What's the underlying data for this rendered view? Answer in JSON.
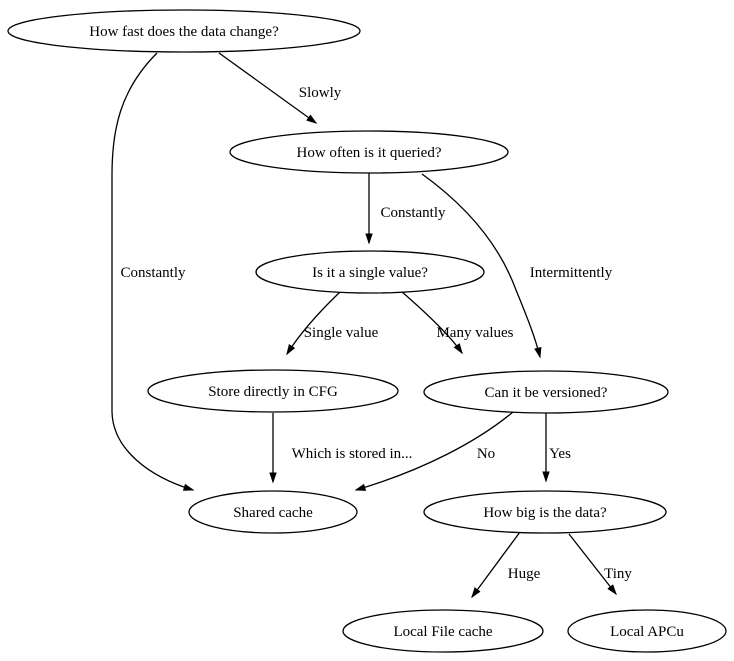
{
  "diagram": {
    "type": "flowchart",
    "background_color": "#ffffff",
    "stroke_color": "#000000",
    "text_color": "#000000",
    "nodes": {
      "how_fast": {
        "label": "How fast does the data change?"
      },
      "how_often": {
        "label": "How often is it queried?"
      },
      "is_single": {
        "label": "Is it a single value?"
      },
      "store_cfg": {
        "label": "Store directly in CFG"
      },
      "versioned": {
        "label": "Can it be versioned?"
      },
      "shared_cache": {
        "label": "Shared cache"
      },
      "how_big": {
        "label": "How big is the data?"
      },
      "local_file": {
        "label": "Local File cache"
      },
      "local_apcu": {
        "label": "Local APCu"
      }
    },
    "edges": {
      "slowly": {
        "label": "Slowly"
      },
      "constantly_left": {
        "label": "Constantly"
      },
      "constantly_mid": {
        "label": "Constantly"
      },
      "intermittently": {
        "label": "Intermittently"
      },
      "single_value": {
        "label": "Single value"
      },
      "many_values": {
        "label": "Many values"
      },
      "which_stored": {
        "label": "Which is stored in..."
      },
      "no": {
        "label": "No"
      },
      "yes": {
        "label": "Yes"
      },
      "huge": {
        "label": "Huge"
      },
      "tiny": {
        "label": "Tiny"
      }
    }
  }
}
